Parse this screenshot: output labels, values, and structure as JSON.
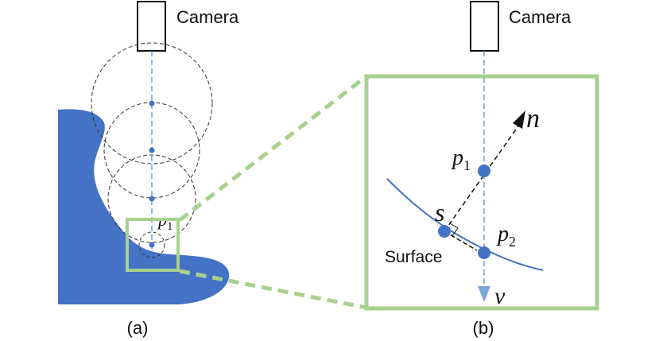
{
  "panel_a": {
    "camera_label": "Camera",
    "point_label": "p",
    "point_subscript": "1",
    "caption": "(a)"
  },
  "panel_b": {
    "camera_label": "Camera",
    "p1_label": "p",
    "p1_subscript": "1",
    "p2_label": "p",
    "p2_subscript": "2",
    "normal_label": "n",
    "surface_point_label": "s",
    "surface_label": "Surface",
    "view_label": "v",
    "caption": "(b)"
  },
  "colors": {
    "object_blue": "#4472c4",
    "point_blue": "#4472c4",
    "ray_blue": "#5b8ed6",
    "arrow_v": "#7aa6dc",
    "highlight_green": "#a9d18e",
    "sphere_dash": "#333333",
    "ink": "#111111"
  }
}
